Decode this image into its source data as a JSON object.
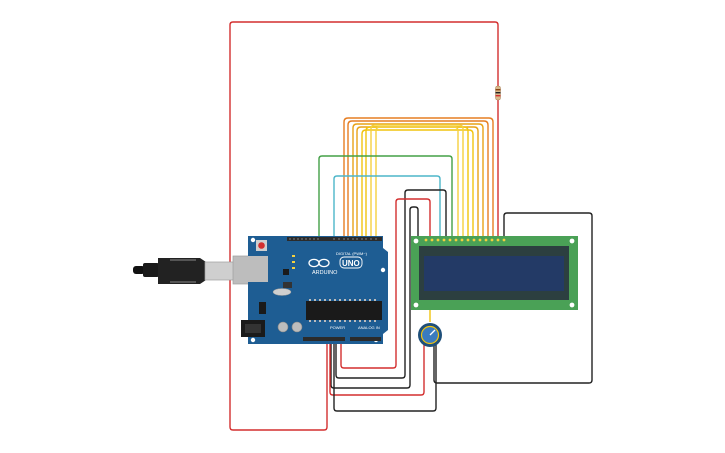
{
  "board": {
    "digital_label": "DIGITAL (PWM~)",
    "power_label": "POWER",
    "analog_label": "ANALOG IN",
    "brand_label": "ARDUINO",
    "model_label": "UNO"
  },
  "colors": {
    "board": "#1e5d93",
    "lcd_pcb": "#4aa156",
    "lcd_screen": "#233a66",
    "wire_red": "#d32f2f",
    "wire_black": "#222222",
    "wire_orange": "#e67e22",
    "wire_yellow": "#f1c40f",
    "wire_green": "#43a047",
    "wire_cyan": "#4db6c9"
  },
  "icons": [
    "usb-plug-icon",
    "reset-button-icon",
    "arduino-infinity-logo-icon",
    "potentiometer-knob-icon",
    "resistor-icon"
  ]
}
